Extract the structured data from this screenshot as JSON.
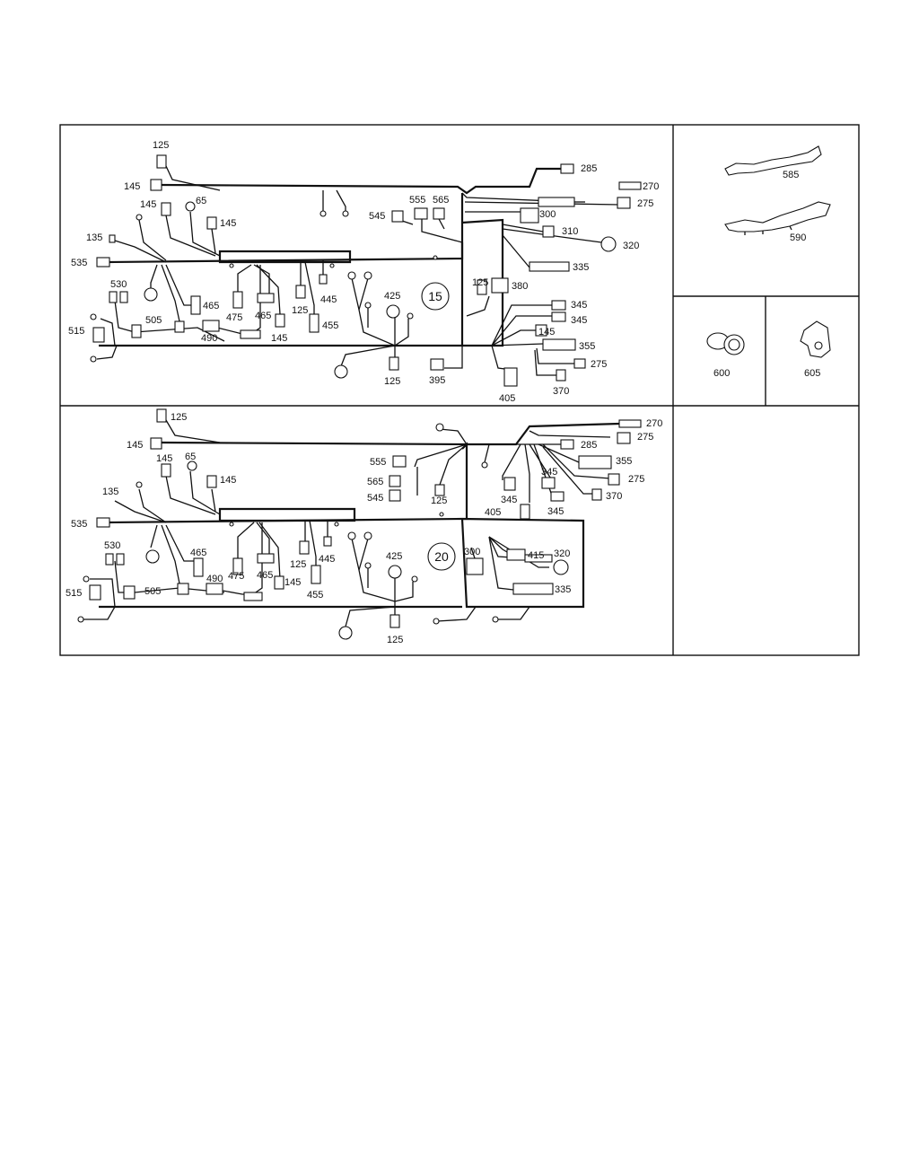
{
  "diagram": {
    "callout_top": "15",
    "callout_bottom": "20",
    "top_labels": [
      "125",
      "145",
      "145",
      "65",
      "145",
      "135",
      "535",
      "530",
      "465",
      "505",
      "475",
      "465",
      "490",
      "145",
      "125",
      "445",
      "455",
      "425",
      "125",
      "395",
      "545",
      "555",
      "565",
      "300",
      "310",
      "320",
      "335",
      "125",
      "380",
      "345",
      "345",
      "145",
      "355",
      "275",
      "370",
      "405",
      "285",
      "270",
      "275"
    ],
    "bottom_labels": [
      "125",
      "145",
      "145",
      "65",
      "145",
      "135",
      "535",
      "530",
      "465",
      "505",
      "490",
      "475",
      "465",
      "145",
      "125",
      "445",
      "455",
      "425",
      "125",
      "555",
      "565",
      "545",
      "125",
      "285",
      "270",
      "275",
      "355",
      "275",
      "370",
      "345",
      "345",
      "405",
      "345",
      "300",
      "415",
      "320",
      "335",
      "515"
    ],
    "parts": [
      "585",
      "590",
      "600",
      "605"
    ],
    "label_515_top": "515"
  }
}
